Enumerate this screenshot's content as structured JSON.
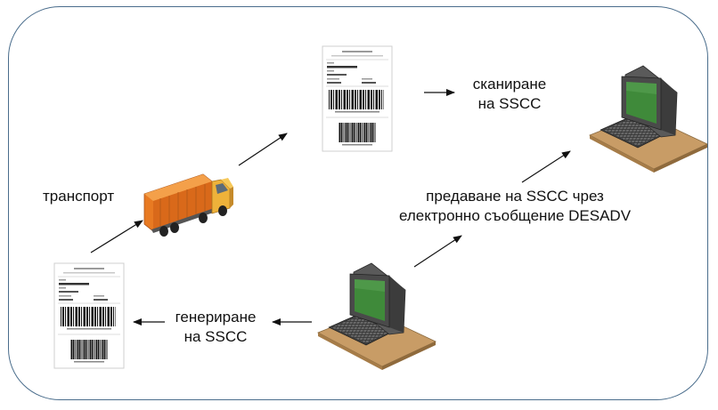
{
  "labels": {
    "transport": "транспорт",
    "scan_line1": "сканиране",
    "scan_line2": "на SSCC",
    "generate_line1": "генериране",
    "generate_line2": "на SSCC",
    "transmit_line1": "предаване на SSCC чрез",
    "transmit_line2": "електронно съобщение DESADV"
  },
  "colors": {
    "frame": "#4a6d8c",
    "truck_cargo": "#e87a22",
    "screen": "#3f8a3a",
    "desk": "#c59a62",
    "arrow": "#111111"
  },
  "icons": [
    "sscc-label-icon",
    "truck-icon",
    "computer-icon"
  ]
}
